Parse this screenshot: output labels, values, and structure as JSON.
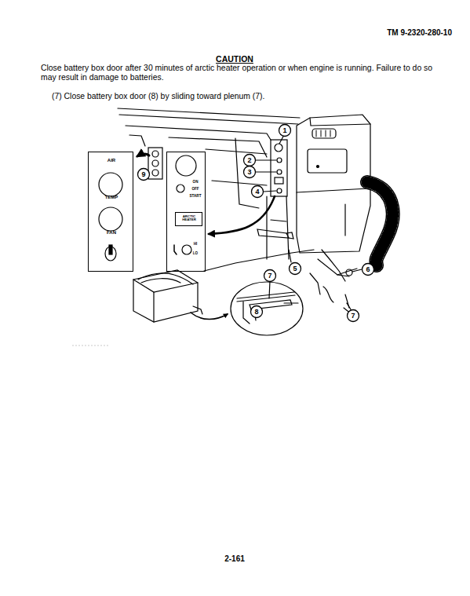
{
  "diagram": {
    "nodes": [
      {
        "text": [
          "AIR",
          "TEMP",
          "FAN"
        ]
      },
      {
        "text": [
          "ON",
          "OFF",
          "START",
          "HI",
          "LO"
        ]
      },
      {
        "text": [
          "ARCTIC HEATER"
        ],
        "in": 1
      }
    ],
    "labels": [
      "TM 9-2320-280-10",
      "CAUTION",
      "Close battery box door after 30 minutes of arctic heater operation or when engine is running.  Failure to do so may result in damage to batteries.",
      "(7) Close battery box door (8) by sliding toward plenum (7).",
      "1",
      "2",
      "3",
      "4",
      "9",
      "5",
      "6",
      "7",
      "7",
      "8",
      "2-161"
    ]
  }
}
